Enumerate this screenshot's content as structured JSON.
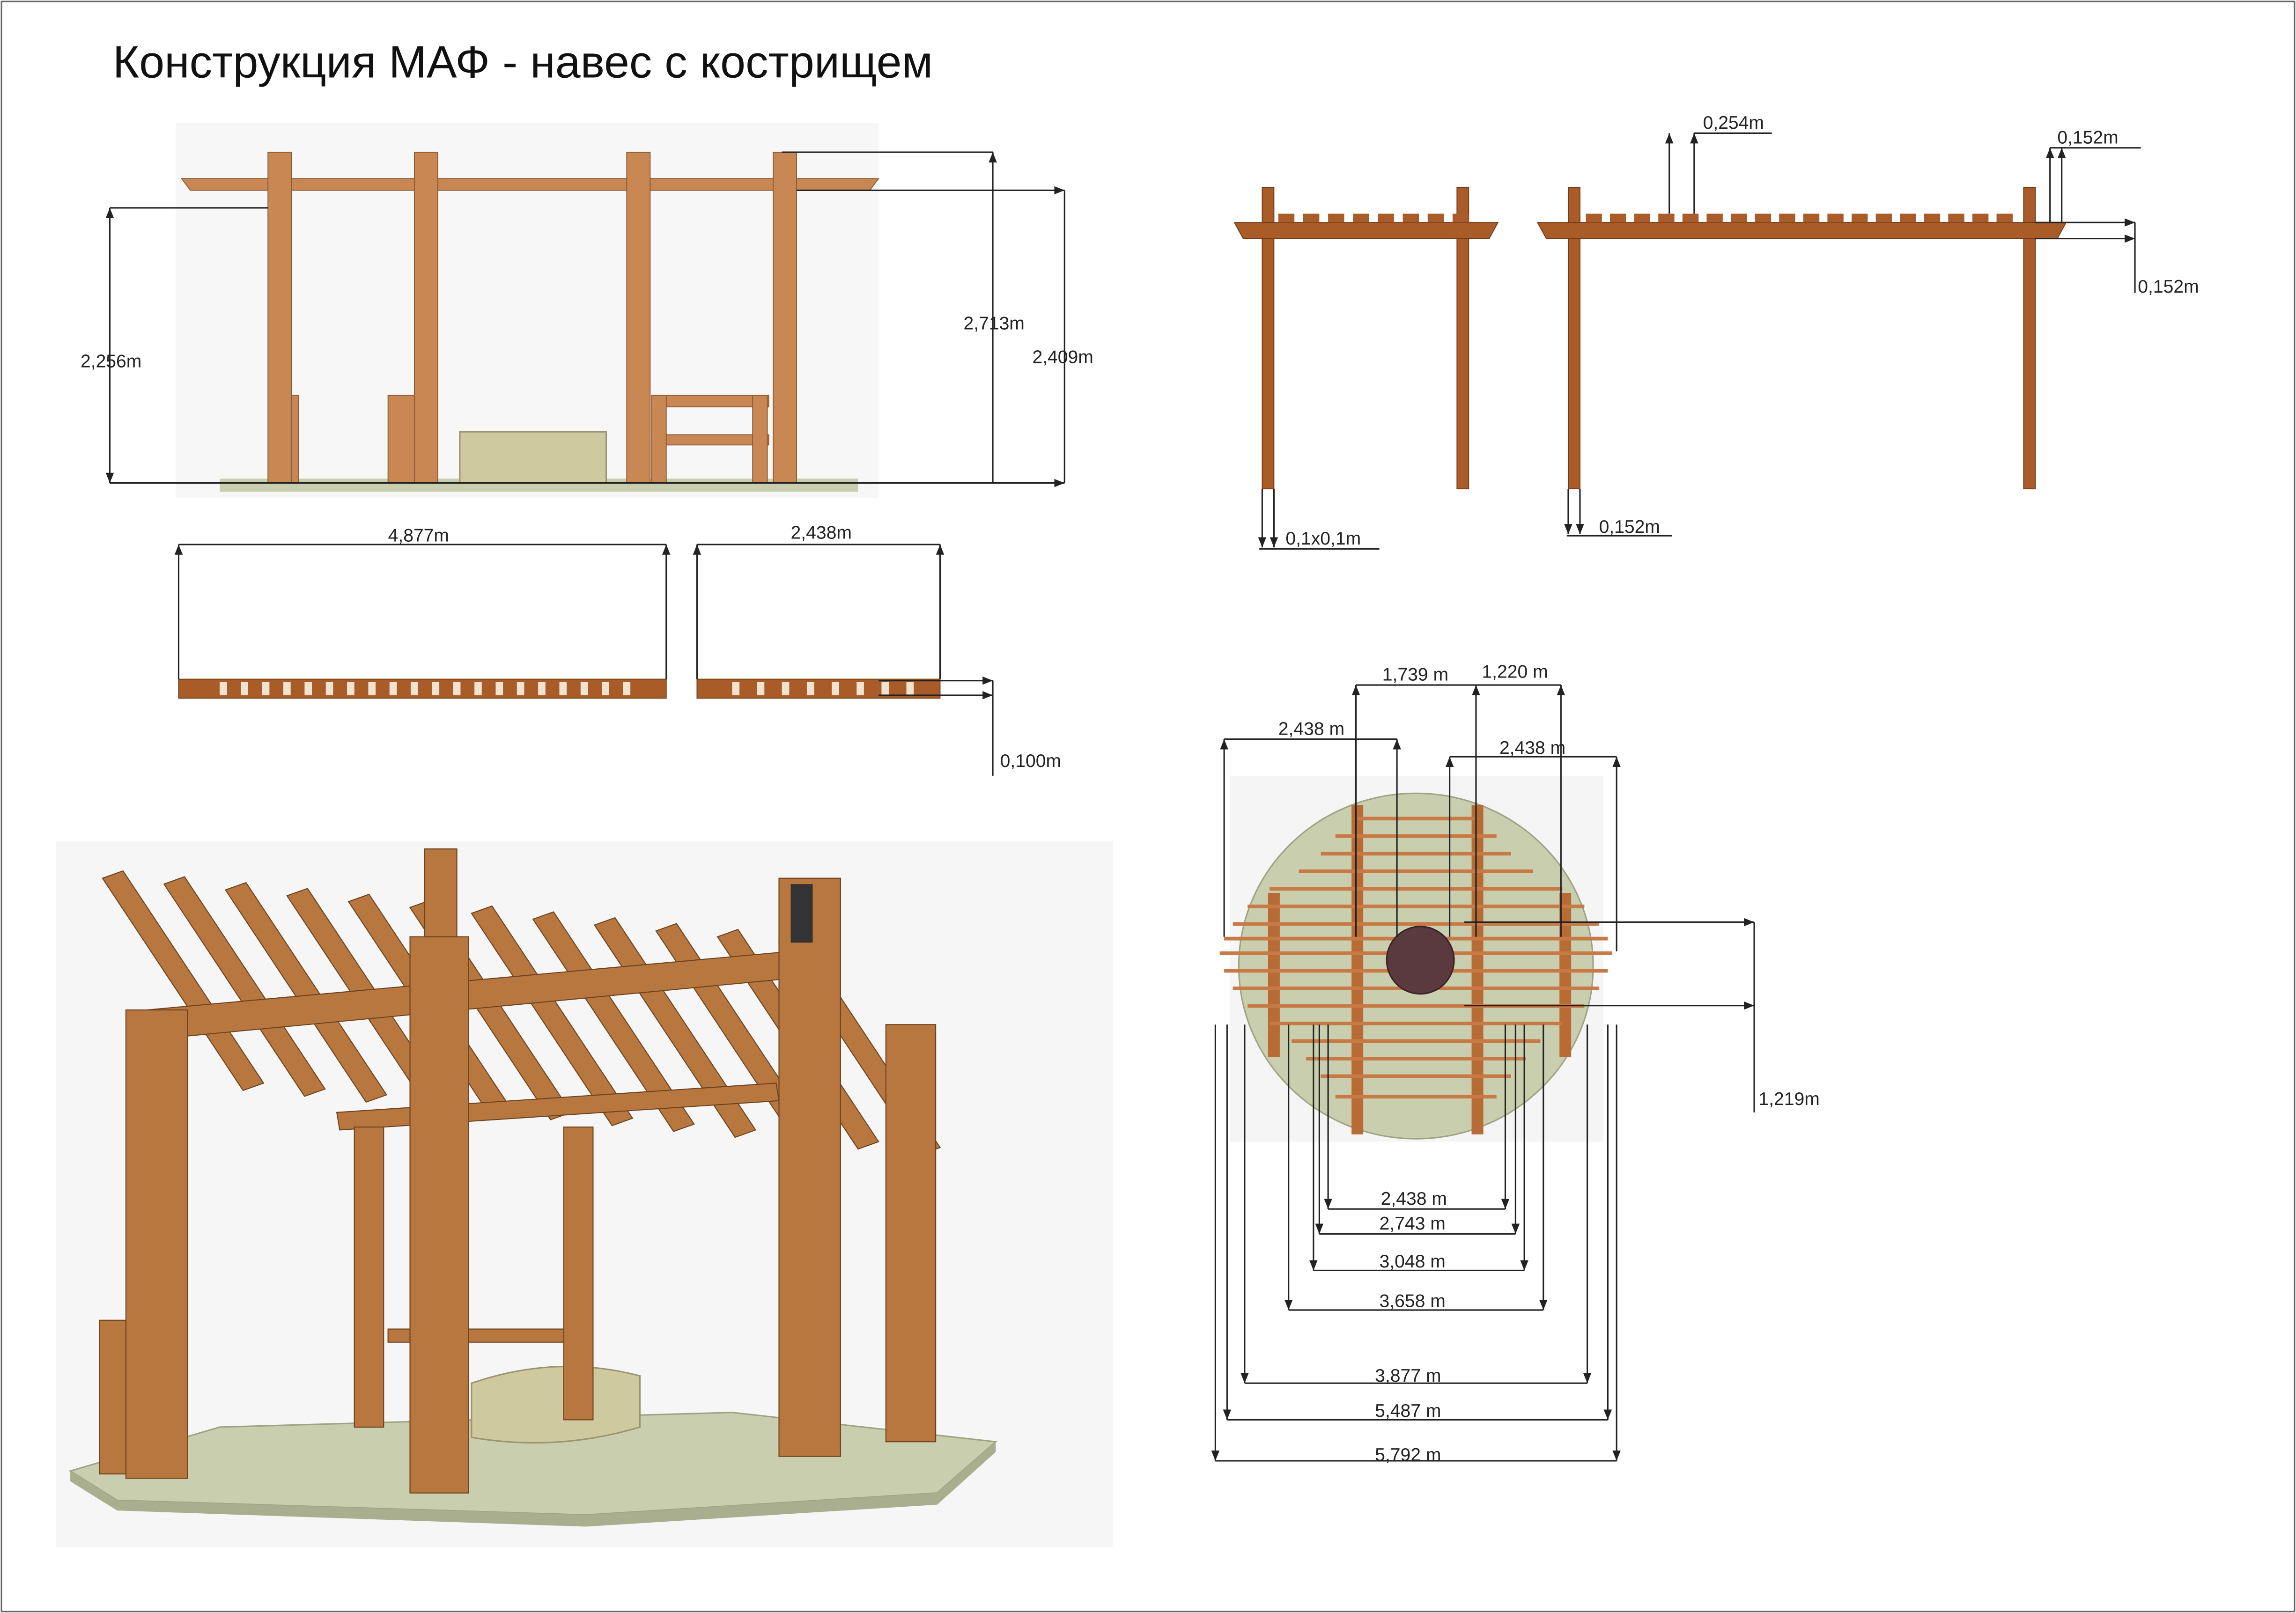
{
  "title": "Конструкция МАФ - навес с кострищем",
  "front_elevation": {
    "height_left": "2,256m",
    "height_total": "2,713m",
    "height_beam": "2,409m"
  },
  "rafter_plan": {
    "length_long": "4,877m",
    "length_short": "2,438m",
    "thickness": "0,100m"
  },
  "side_views": {
    "post_section": "0,1x0,1m",
    "rafter_height": "0,254m",
    "beam_top": "0,152m",
    "beam_height": "0,152m",
    "post_width": "0,152m"
  },
  "plan_view": {
    "top": [
      "1,739 m",
      "1,220 m",
      "2,438 m",
      "2,438 m"
    ],
    "right": "1,219m",
    "bottom": [
      "2,438 m",
      "2,743 m",
      "3,048 m",
      "3,658 m",
      "3,877 m",
      "5,487 m",
      "5,792 m"
    ]
  },
  "colors": {
    "wood": "#c98754",
    "wood_dark": "#a95c27",
    "stone": "#c9cfae"
  }
}
